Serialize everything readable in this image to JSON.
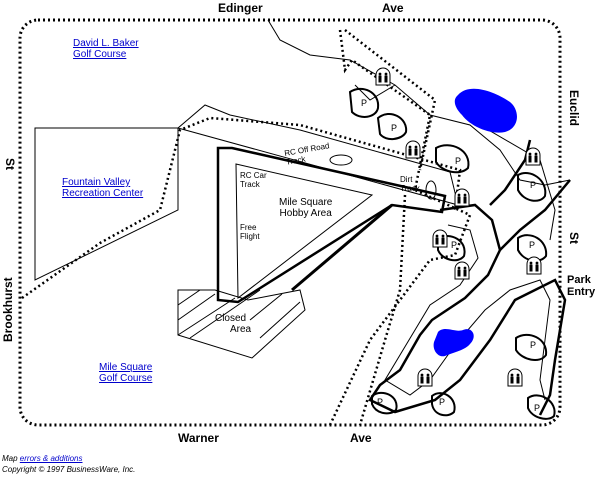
{
  "streets": {
    "north_left": "Edinger",
    "north_right": "Ave",
    "south_left": "Warner",
    "south_right": "Ave",
    "west_a": "St",
    "west_b": "Brookhurst",
    "east_a": "Euclid",
    "east_b": "St"
  },
  "places": {
    "golf_north": [
      "David L. Baker",
      "Golf Course"
    ],
    "rec_center": [
      "Fountain Valley",
      "Recreation Center"
    ],
    "golf_south": [
      "Mile Square",
      "Golf Course"
    ],
    "hobby_area": [
      "Mile Square",
      "Hobby Area"
    ],
    "rc_off_road": [
      "RC Off Road",
      "Track"
    ],
    "rc_car": [
      "RC Car",
      "Track"
    ],
    "dirt_track": [
      "Dirt",
      "Track"
    ],
    "free_flight": [
      "Free",
      "Flight"
    ],
    "closed_area": [
      "Closed",
      "Area"
    ],
    "park_entry": [
      "Park",
      "Entry"
    ]
  },
  "parking_label": "P",
  "icons": {
    "restroom": "restroom-icon"
  },
  "footer": {
    "map_prefix": "Map",
    "map_link": "errors & additions",
    "copyright": "Copyright © 1997 BusinessWare, Inc."
  },
  "colors": {
    "lake": "#0000ff",
    "link": "#0000cc"
  }
}
